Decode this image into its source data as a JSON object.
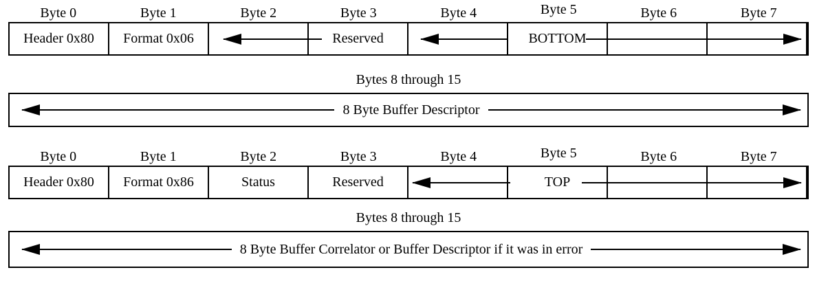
{
  "colors": {
    "foreground": "#000000",
    "background": "#ffffff"
  },
  "frames": [
    {
      "byte_headers": [
        "Byte 0",
        "Byte 1",
        "Byte 2",
        "Byte 3",
        "Byte 4",
        "Byte 5",
        "Byte 6",
        "Byte 7"
      ],
      "cells": [
        "Header 0x80",
        "Format 0x06",
        "",
        "Reserved",
        "",
        "BOTTOM",
        "",
        ""
      ],
      "range_title": "Bytes 8 through 15",
      "range_label": "8 Byte Buffer Descriptor"
    },
    {
      "byte_headers": [
        "Byte 0",
        "Byte 1",
        "Byte 2",
        "Byte 3",
        "Byte 4",
        "Byte 5",
        "Byte 6",
        "Byte 7"
      ],
      "cells": [
        "Header 0x80",
        "Format 0x86",
        "Status",
        "Reserved",
        "",
        "TOP",
        "",
        ""
      ],
      "range_title": "Bytes 8 through 15",
      "range_label": "8 Byte Buffer Correlator or Buffer Descriptor if it was in error"
    }
  ]
}
